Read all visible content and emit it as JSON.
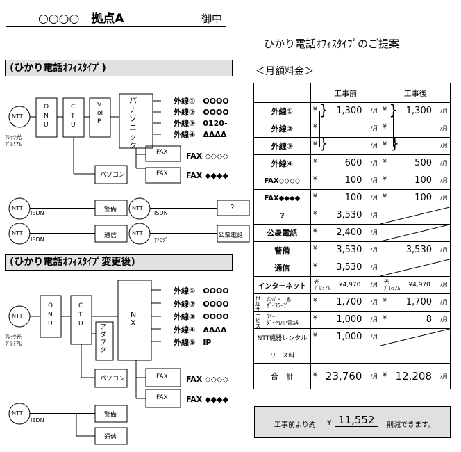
{
  "header": {
    "addressee": "○○○○　拠点A",
    "honorific": "御中",
    "title": "ひかり電話ｵﾌｨｽﾀｲﾌﾟのご提案",
    "monthly_fee_heading": "＜月額料金＞"
  },
  "section_before": {
    "title": "(ひかり電話ｵﾌｨｽﾀｲﾌﾟ)"
  },
  "section_after": {
    "title": "(ひかり電話ｵﾌｨｽﾀｲﾌﾟ変更後)"
  },
  "diagram_before": {
    "ntt": "NTT",
    "flets": "ﾌﾚｯﾂ光\nﾌﾟﾚﾐｱﾑ",
    "onu": "ONU",
    "ctu": "CTU",
    "voip": "VoIP",
    "panasonic": "パナソニック",
    "lines": [
      {
        "label": "外線①",
        "number": "OOOO"
      },
      {
        "label": "外線②",
        "number": "OOOO"
      },
      {
        "label": "外線③",
        "number": "0120-"
      },
      {
        "label": "外線④",
        "number": "ΔΔΔΔ"
      }
    ],
    "fax": "FAX",
    "fax_numbers": [
      "FAX ◇◇◇◇",
      "FAX ◆◆◆◆"
    ],
    "pc": "パソコン",
    "security": "警備",
    "comm": "通信",
    "isdn": "ISDN",
    "analog": "ｱﾅﾛｸﾞ",
    "question": "?",
    "payphone": "公衆電話"
  },
  "diagram_after": {
    "ntt": "NTT",
    "flets": "ﾌﾚｯﾂ光\nﾌﾟﾚﾐｱﾑ",
    "onu": "ONU",
    "ctu": "CTU",
    "nx": "NX",
    "adapter": "アダプタ",
    "lines": [
      {
        "label": "外線①",
        "number": "OOOO"
      },
      {
        "label": "外線②",
        "number": "OOOO"
      },
      {
        "label": "外線③",
        "number": "OOOO"
      },
      {
        "label": "外線④",
        "number": "ΔΔΔΔ"
      },
      {
        "label": "外線⑤",
        "number": "IP"
      }
    ],
    "fax": "FAX",
    "fax_numbers": [
      "FAX ◇◇◇◇",
      "FAX ◆◆◆◆"
    ],
    "pc": "パソコン",
    "security": "警備",
    "comm": "通信",
    "isdn": "ISDN"
  },
  "fee_table": {
    "col_before": "工事前",
    "col_after": "工事後",
    "yen": "¥",
    "unit": "/月",
    "rows": [
      {
        "label": "外線①",
        "before": "1,300",
        "after": "1,300"
      },
      {
        "label": "外線②",
        "before": "",
        "after": ""
      },
      {
        "label": "外線③",
        "before": "",
        "after": ""
      },
      {
        "label": "外線④",
        "before": "600",
        "after": "500"
      },
      {
        "label": "FAX◇◇◇◇",
        "before": "100",
        "after": "100"
      },
      {
        "label": "FAX◆◆◆◆",
        "before": "100",
        "after": "100"
      },
      {
        "label": "?",
        "before": "3,530",
        "after": null
      },
      {
        "label": "公衆電話",
        "before": "2,400",
        "after": null
      },
      {
        "label": "警備",
        "before": "3,530",
        "after": "3,530"
      },
      {
        "label": "通信",
        "before": "3,530",
        "after": null
      },
      {
        "label": "インターネット",
        "before": "¥4,970",
        "after": "¥4,970",
        "note": "光\nﾌﾟﾚﾐｱﾑ"
      },
      {
        "label": "ナンバー＆ボイスワープ",
        "before": "1,700",
        "after": "1,700"
      },
      {
        "label": "フリーダイヤル/IP電話",
        "before": "1,000",
        "after": "8"
      },
      {
        "label": "NTT機器レンタル",
        "before": "1,000",
        "after": null
      },
      {
        "label": "リース料",
        "before": "",
        "after": ""
      },
      {
        "label": "合　計",
        "before": "23,760",
        "after": "12,208"
      }
    ],
    "group_label": "付加サービス",
    "numbers_voicewarp": "ﾅﾝﾊﾞｰ　＆\nﾎﾞｲｽﾜｰﾌﾟ",
    "freedial_ip": "ﾌﾘｰ\nﾀﾞｲﾔﾙ/IP電話"
  },
  "summary": {
    "prefix": "工事前より約",
    "yen": "¥",
    "amount": "11,552",
    "suffix": "削減できます。"
  }
}
